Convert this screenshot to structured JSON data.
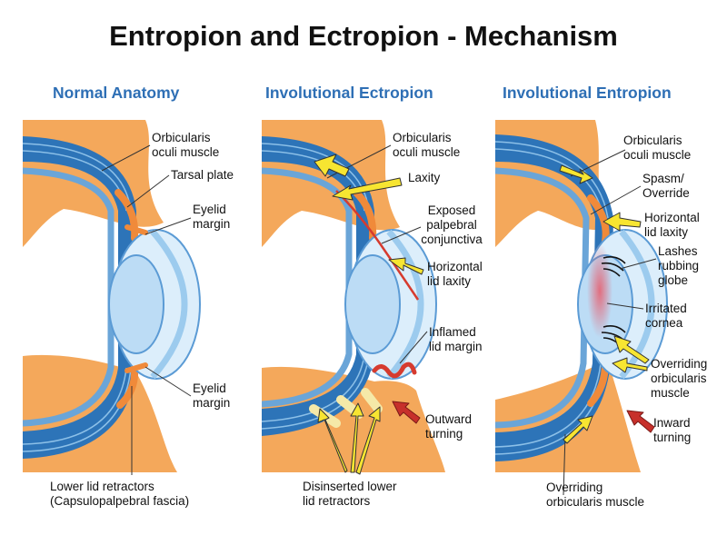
{
  "title": "Entropion and Ectropion - Mechanism",
  "colors": {
    "skin": "#f4a85b",
    "muscle": "#2d74b8",
    "muscle_light": "#8cc0e8",
    "globe": "#dceefb",
    "lens": "#bcdcf5",
    "conjunctiva_red": "#d63b2f",
    "arrow_yellow": "#f7e531",
    "arrow_red": "#c7302b",
    "title_blue": "#2e6fb5"
  },
  "panels": {
    "normal": {
      "heading": "Normal Anatomy",
      "labels": {
        "orbicularis": [
          "Orbicularis",
          "oculi muscle"
        ],
        "tarsal": [
          "Tarsal plate"
        ],
        "eyelid_top": [
          "Eyelid",
          "margin"
        ],
        "eyelid_bottom": [
          "Eyelid",
          "margin"
        ],
        "retractors": [
          "Lower lid retractors",
          "(Capsulopalpebral fascia)"
        ]
      }
    },
    "ectropion": {
      "heading": "Involutional Ectropion",
      "labels": {
        "orbicularis": [
          "Orbicularis",
          "oculi muscle"
        ],
        "laxity": [
          "Laxity"
        ],
        "exposed": [
          "Exposed",
          "palpebral",
          "conjunctiva"
        ],
        "horizontal": [
          "Horizontal",
          "lid laxity"
        ],
        "inflamed": [
          "Inflamed",
          "lid margin"
        ],
        "outward": [
          "Outward",
          "turning"
        ],
        "disinserted": [
          "Disinserted lower",
          "lid retractors"
        ]
      }
    },
    "entropion": {
      "heading": "Involutional Entropion",
      "labels": {
        "orbicularis": [
          "Orbicularis",
          "oculi muscle"
        ],
        "spasm": [
          "Spasm/",
          "Override"
        ],
        "horizontal": [
          "Horizontal",
          "lid laxity"
        ],
        "lashes": [
          "Lashes",
          "rubbing",
          "globe"
        ],
        "irritated": [
          "Irritated",
          "cornea"
        ],
        "overriding_right": [
          "Overriding",
          "orbicularis",
          "muscle"
        ],
        "inward": [
          "Inward",
          "turning"
        ],
        "overriding_bottom": [
          "Overriding",
          "orbicularis muscle"
        ]
      }
    }
  }
}
